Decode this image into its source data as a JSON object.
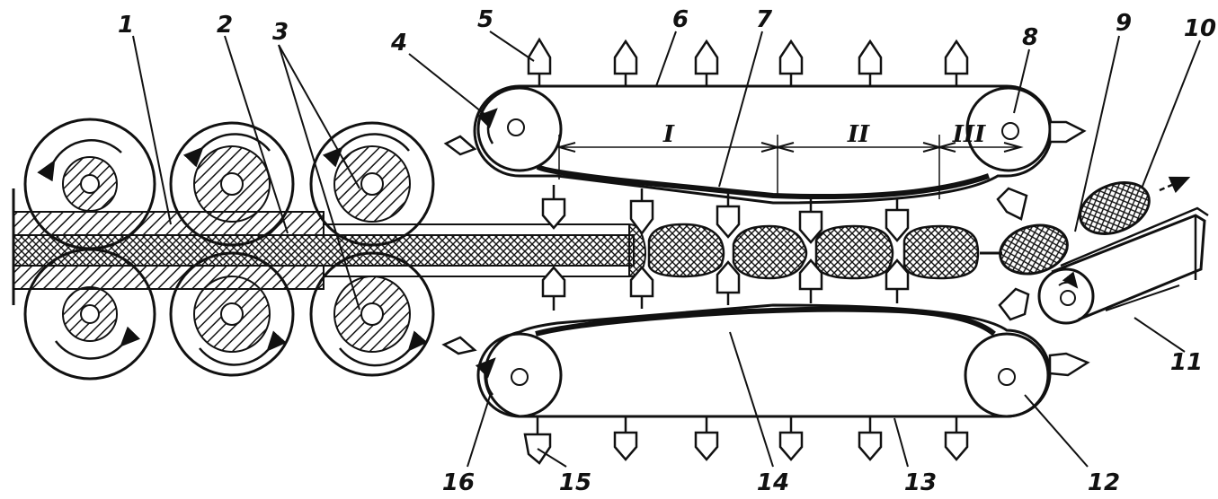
{
  "labels": {
    "l1": "1",
    "l2": "2",
    "l3": "3",
    "l4": "4",
    "l5": "5",
    "l6": "6",
    "l7": "7",
    "l8": "8",
    "l9": "9",
    "l10": "10",
    "l11": "11",
    "l12": "12",
    "l13": "13",
    "l14": "14",
    "l15": "15",
    "l16": "16"
  },
  "zones": {
    "z1": "I",
    "z2": "II",
    "z3": "III"
  },
  "colors": {
    "ink": "#111111",
    "paper": "#ffffff"
  }
}
